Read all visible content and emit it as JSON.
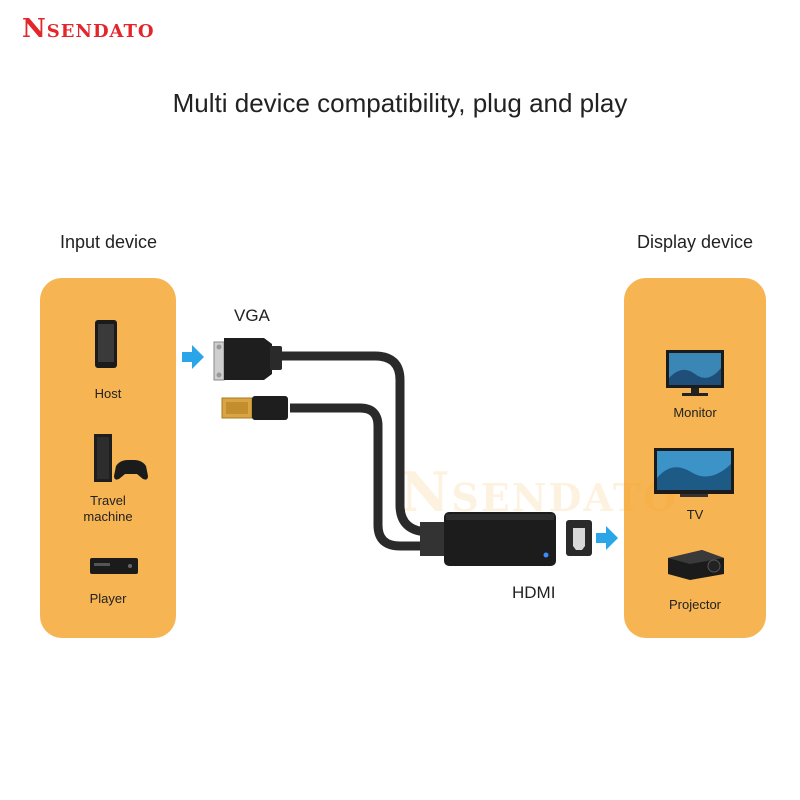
{
  "brand": {
    "logo_text": "Nsendato"
  },
  "headline": "Multi device compatibility, plug and play",
  "input_panel": {
    "title": "Input device",
    "devices": [
      {
        "label": "Host",
        "icon": "phone-icon"
      },
      {
        "label": "Travel\nmachine",
        "icon": "game-console-icon"
      },
      {
        "label": "Player",
        "icon": "dvd-player-icon"
      }
    ]
  },
  "display_panel": {
    "title": "Display device",
    "devices": [
      {
        "label": "Monitor",
        "icon": "monitor-icon"
      },
      {
        "label": "TV",
        "icon": "tv-icon"
      },
      {
        "label": "Projector",
        "icon": "projector-icon"
      }
    ]
  },
  "cables": {
    "vga_label": "VGA",
    "hdmi_label": "HDMI"
  },
  "watermark": "Nsendato",
  "colors": {
    "brand_red": "#e3262b",
    "panel_orange": "#f7b452",
    "arrow_blue": "#2aa6e8",
    "cable_black": "#2a2a2a"
  }
}
